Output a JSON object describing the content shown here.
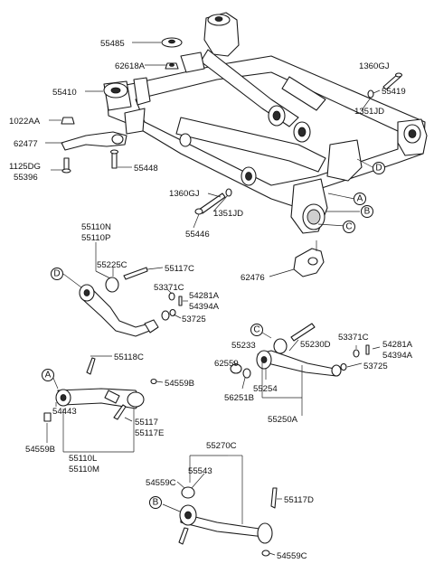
{
  "part_labels": {
    "p55485": "55485",
    "p62618A": "62618A",
    "p55410": "55410",
    "p1022AA": "1022AA",
    "p62477": "62477",
    "p1125DG": "1125DG",
    "p55396": "55396",
    "p55448": "55448",
    "p1360GJ_top": "1360GJ",
    "p55419": "55419",
    "p1351JD_top": "1351JD",
    "p1360GJ_mid": "1360GJ",
    "p1351JD_mid": "1351JD",
    "p55446": "55446",
    "p62476": "62476",
    "p55110N": "55110N",
    "p55110P": "55110P",
    "p55225C": "55225C",
    "p55117C": "55117C",
    "p53371C_left": "53371C",
    "p54281A_left": "54281A",
    "p54394A_left": "54394A",
    "p53725_left": "53725",
    "p55118C": "55118C",
    "p54559B_top": "54559B",
    "p54443": "54443",
    "p54559B_bot": "54559B",
    "p55117": "55117",
    "p55117E": "55117E",
    "p55110L": "55110L",
    "p55110M": "55110M",
    "p55230D": "55230D",
    "p53371C_right": "53371C",
    "p54281A_right": "54281A",
    "p54394A_right": "54394A",
    "p55233": "55233",
    "p62559": "62559",
    "p53725_right": "53725",
    "p56251B": "56251B",
    "p55254": "55254",
    "p55250A": "55250A",
    "p55270C": "55270C",
    "p55543": "55543",
    "p54559C_top": "54559C",
    "p55117D": "55117D",
    "p54559C_bot": "54559C"
  },
  "callouts": {
    "A": "A",
    "B": "B",
    "C": "C",
    "D": "D"
  }
}
